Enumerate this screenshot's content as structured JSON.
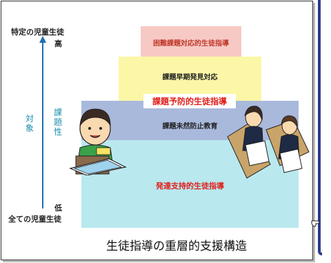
{
  "diagram": {
    "caption": "生徒指導の重層的支援構造",
    "axis": {
      "top_label": "特定の児童生徒",
      "high_label": "高",
      "low_label": "低",
      "bottom_label": "全ての児童生徒",
      "target_label": "対象",
      "issue_label": "課題性"
    },
    "tiers": [
      {
        "label": "困難課題対応的生徒指導",
        "color": "#f7c9c4",
        "label_color": "#c0392b"
      },
      {
        "label": "課題早期発見対応",
        "color": "#fbf7a6",
        "label_color": "#222222"
      },
      {
        "label": "課題予防的生徒指導",
        "color": "#ffffff",
        "label_color": "#e0201b"
      },
      {
        "label": "課題未然防止教育",
        "color": "#a9b9dc",
        "label_color": "#222222"
      },
      {
        "label": "発達支持的生徒指導",
        "color": "#b9e8ef",
        "label_color": "#e0201b"
      }
    ],
    "arrow_color": "#1f6fb0",
    "accent_color": "#2a3a8c"
  }
}
